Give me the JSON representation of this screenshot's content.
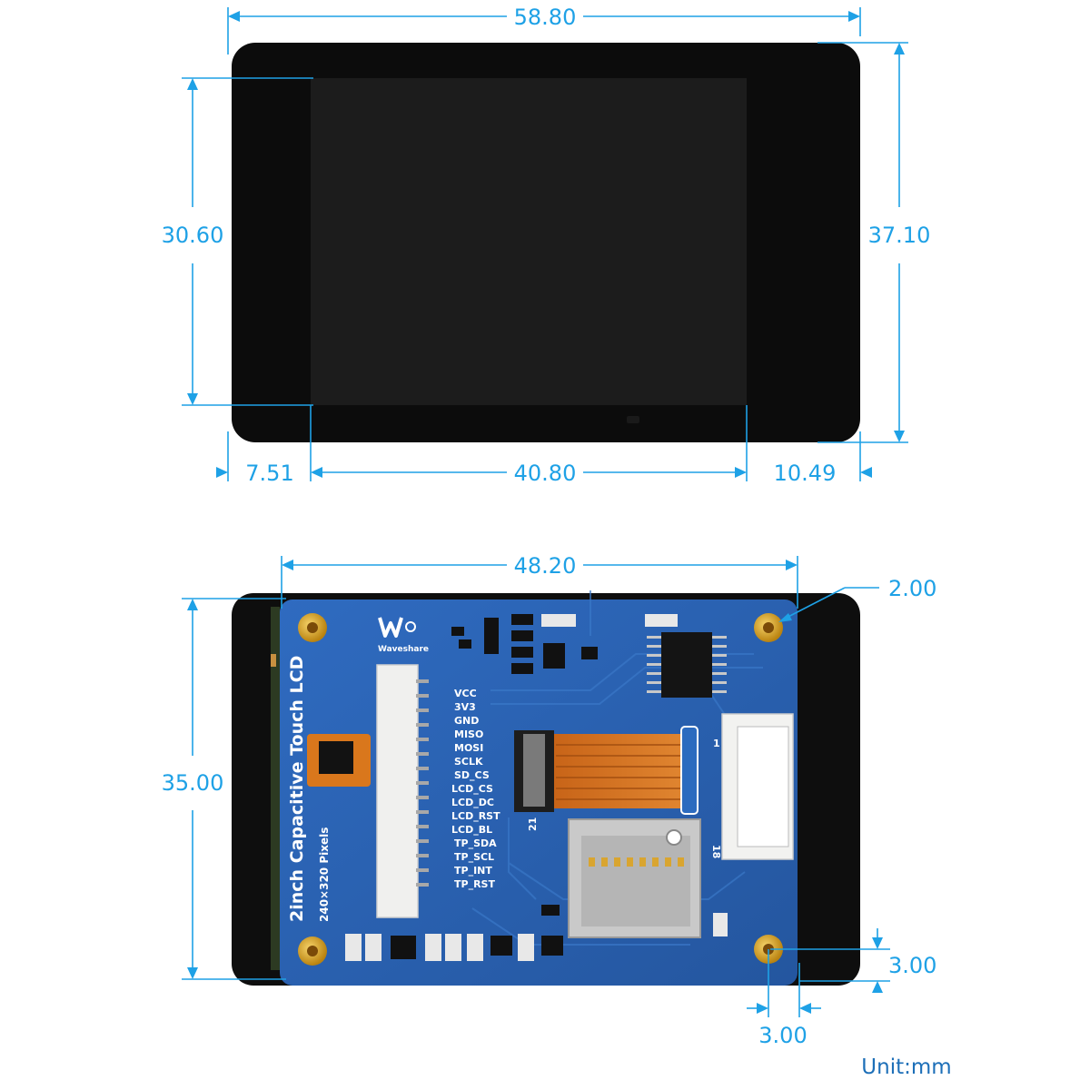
{
  "front_view": {
    "dimensions": {
      "overall_width": "58.80",
      "overall_height": "37.10",
      "display_height": "30.60",
      "left_offset": "7.51",
      "display_width": "40.80",
      "right_offset": "10.49"
    }
  },
  "back_view": {
    "dimensions": {
      "board_width": "48.20",
      "board_height": "35.00",
      "hole_diameter": "2.00",
      "hole_inset_vertical": "3.00",
      "hole_inset_horizontal": "3.00"
    },
    "pcb": {
      "brand": "Waveshare",
      "product_title": "2inch Capacitive Touch LCD",
      "resolution": "240×320 Pixels",
      "pin_labels": [
        "VCC",
        "3V3",
        "GND",
        "MISO",
        "MOSI",
        "SCLK",
        "SD_CS",
        "LCD_CS",
        "LCD_DC",
        "LCD_RST",
        "LCD_BL",
        "TP_SDA",
        "TP_SCL",
        "TP_INT",
        "TP_RST"
      ],
      "connector_pin_first": "1",
      "connector_pin_last": "21",
      "fpc_pin_first": "1",
      "fpc_pin_last": "18"
    }
  },
  "unit_label": "Unit:mm",
  "colors": {
    "dimension": "#1ea1e6",
    "pcb": "#2a5fae",
    "panel": "#0a0a0a",
    "gold": "#d4a020"
  }
}
